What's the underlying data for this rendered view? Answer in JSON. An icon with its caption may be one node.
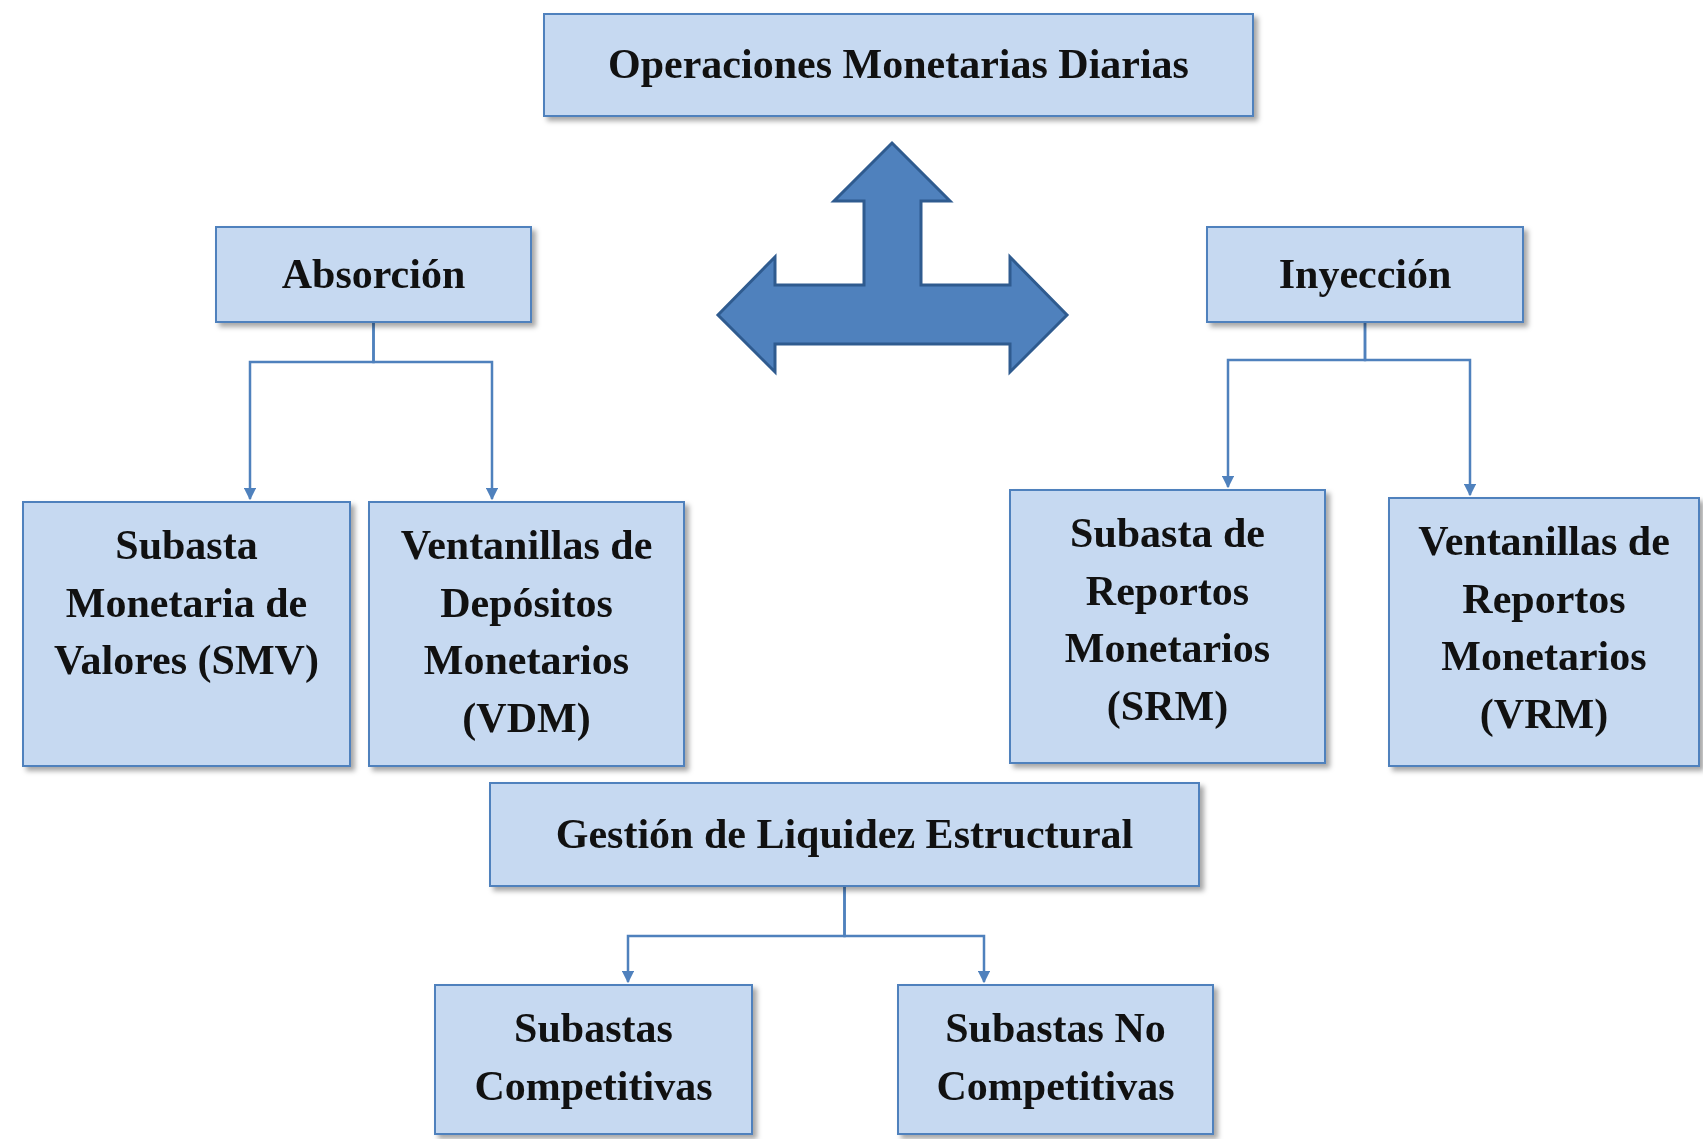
{
  "diagram": {
    "nodes": [
      {
        "text": [
          "Operaciones Monetarias Diarias"
        ]
      },
      {
        "text": [
          "Absorción"
        ]
      },
      {
        "text": [
          "Inyección"
        ]
      },
      {
        "text": [
          "Subasta Monetaria de Valores (SMV)"
        ]
      },
      {
        "text": [
          "Ventanillas de Depósitos Monetarios (VDM)"
        ]
      },
      {
        "text": [
          "Subasta de Reportos Monetarios (SRM)"
        ]
      },
      {
        "text": [
          "Ventanillas de Reportos Monetarios (VRM)"
        ]
      },
      {
        "text": [
          "Gestión de Liquidez Estructural"
        ]
      },
      {
        "text": [
          "Subastas Competitivas"
        ]
      },
      {
        "text": [
          "Subastas No Competitivas"
        ]
      }
    ],
    "edges": [
      {
        "from": 1,
        "to": 3,
        "arrow": "to"
      },
      {
        "from": 1,
        "to": 4,
        "arrow": "to"
      },
      {
        "from": 2,
        "to": 5,
        "arrow": "to"
      },
      {
        "from": 2,
        "to": 6,
        "arrow": "to"
      },
      {
        "from": 7,
        "to": 8,
        "arrow": "to"
      },
      {
        "from": 7,
        "to": 9,
        "arrow": "to"
      }
    ]
  }
}
